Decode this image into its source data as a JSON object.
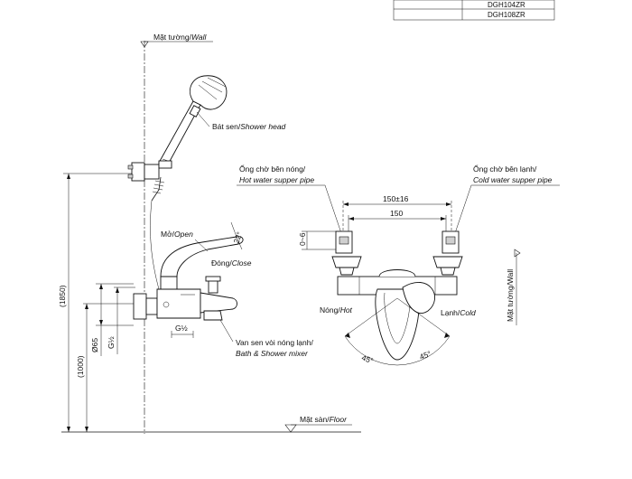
{
  "model_table": {
    "rows": [
      "DGH104ZR",
      "DGH108ZR"
    ]
  },
  "labels": {
    "wall": "Mặt tường/",
    "wall_en": "Wall",
    "shower_head": "Bát sen/",
    "shower_head_en": "Shower head",
    "open": "Mở/",
    "open_en": "Open",
    "close": "Đóng/",
    "close_en": "Close",
    "thread": "G½",
    "mixer_vi": "Van sen vòi nóng lạnh/",
    "mixer_en": "Bath & Shower mixer",
    "floor": "Mặt sàn/",
    "floor_en": "Floor",
    "hot_pipe_vi": "Ống chờ bên nóng/",
    "hot_pipe_en": "Hot water supper pipe",
    "cold_pipe_vi": "Ống chờ bên lạnh/",
    "cold_pipe_en": "Cold water supper pipe",
    "hot": "Nóng/",
    "hot_en": "Hot",
    "cold": "Lạnh/",
    "cold_en": "Cold",
    "wall_vertical": "Mặt tường/Wall"
  },
  "dimensions": {
    "height_total": "(1850)",
    "height_mixer": "(1000)",
    "diameter": "Ø65",
    "thread_left": "G½",
    "angle_lever": "22°",
    "spacing_tol": "150±16",
    "spacing": "150",
    "offset": "0~6",
    "angle_left": "45°",
    "angle_right": "45°"
  }
}
